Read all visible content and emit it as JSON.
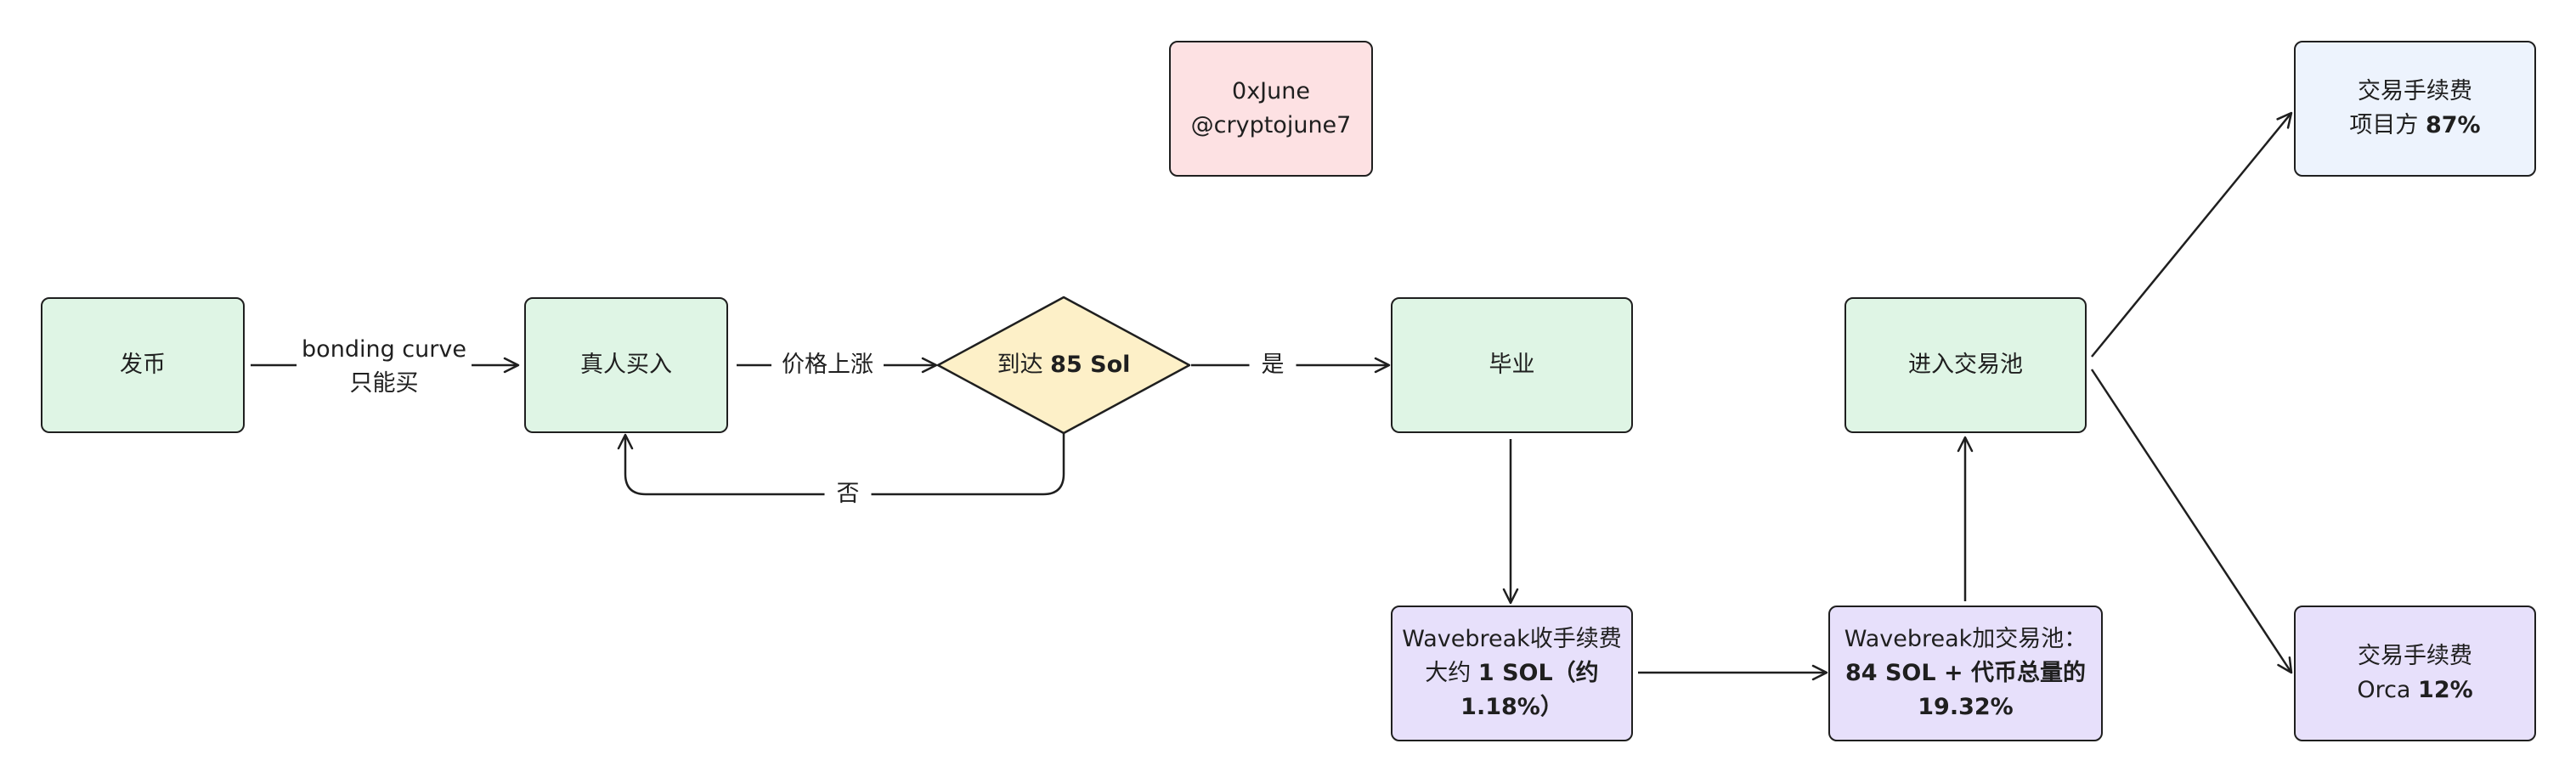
{
  "author": {
    "name": "0xJune",
    "handle": "@cryptojune7"
  },
  "nodes": {
    "issue_token": "发币",
    "real_buy": "真人买入",
    "reach_threshold": {
      "prefix": "到达 ",
      "value": "85 Sol"
    },
    "graduate": "毕业",
    "enter_pool": "进入交易池",
    "fee_collect": {
      "line1": "Wavebreak收手续费",
      "line2_prefix": "大约 ",
      "line2_bold": "1 SOL（约",
      "line3_bold": "1.18%）"
    },
    "add_pool": {
      "line1": "Wavebreak加交易池：",
      "line2_bold": "84 SOL + 代币总量的",
      "line3_bold": "19.32%"
    },
    "fee_project": {
      "line1": "交易手续费",
      "line2_prefix": "项目方 ",
      "line2_bold": "87%"
    },
    "fee_orca": {
      "line1": "交易手续费",
      "line2_prefix": "Orca ",
      "line2_bold": "12%"
    }
  },
  "edges": {
    "bonding_line1": "bonding curve",
    "bonding_line2": "只能买",
    "price_up": "价格上涨",
    "yes": "是",
    "no": "否"
  },
  "colors": {
    "green": "#dff5e5",
    "purple": "#e7e0fb",
    "blue": "#edf3fd",
    "pink": "#fde1e3",
    "yellow": "#fdf0c8",
    "stroke": "#1f1f1f"
  }
}
